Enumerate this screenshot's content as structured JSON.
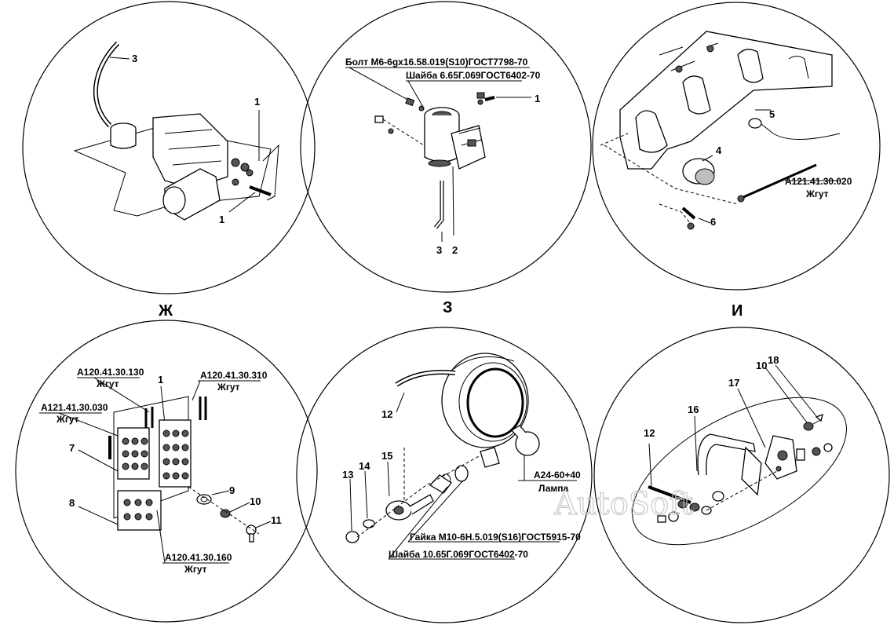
{
  "views": {
    "zh": "Ж",
    "z": "З",
    "i": "И"
  },
  "top_left": {
    "n3": "3",
    "n1a": "1",
    "n1b": "1"
  },
  "top_center": {
    "bolt": "Болт М6-6gх16.58.019(S10)ГОСТ7798-70",
    "washer": "Шайба 6.65Г.069ГОСТ6402-70",
    "n1": "1",
    "n3": "3",
    "n2": "2"
  },
  "top_right": {
    "n5": "5",
    "n4": "4",
    "n6": "6",
    "harness_code": "А121.41.30.020",
    "harness_word": "Жгут"
  },
  "bottom_left": {
    "h130_code": "А120.41.30.130",
    "h130_word": "Жгут",
    "h310_code": "А120.41.30.310",
    "h310_word": "Жгут",
    "h030_code": "А121.41.30.030",
    "h030_word": "Жгут",
    "h160_code": "А120.41.30.160",
    "h160_word": "Жгут",
    "n1": "1",
    "n7": "7",
    "n8": "8",
    "n9": "9",
    "n10": "10",
    "n11": "11"
  },
  "bottom_center": {
    "n12": "12",
    "n13": "13",
    "n14": "14",
    "n15": "15",
    "lamp_code": "А24-60+40",
    "lamp_word": "Лампа",
    "nut": "Гайка М10-6Н.5.019(S16)ГОСТ5915-70",
    "washer": "Шайба 10.65Г.069ГОСТ6402-70"
  },
  "bottom_right": {
    "n10": "10",
    "n18": "18",
    "n17": "17",
    "n16": "16",
    "n12": "12"
  },
  "watermark": "AutoSoft"
}
